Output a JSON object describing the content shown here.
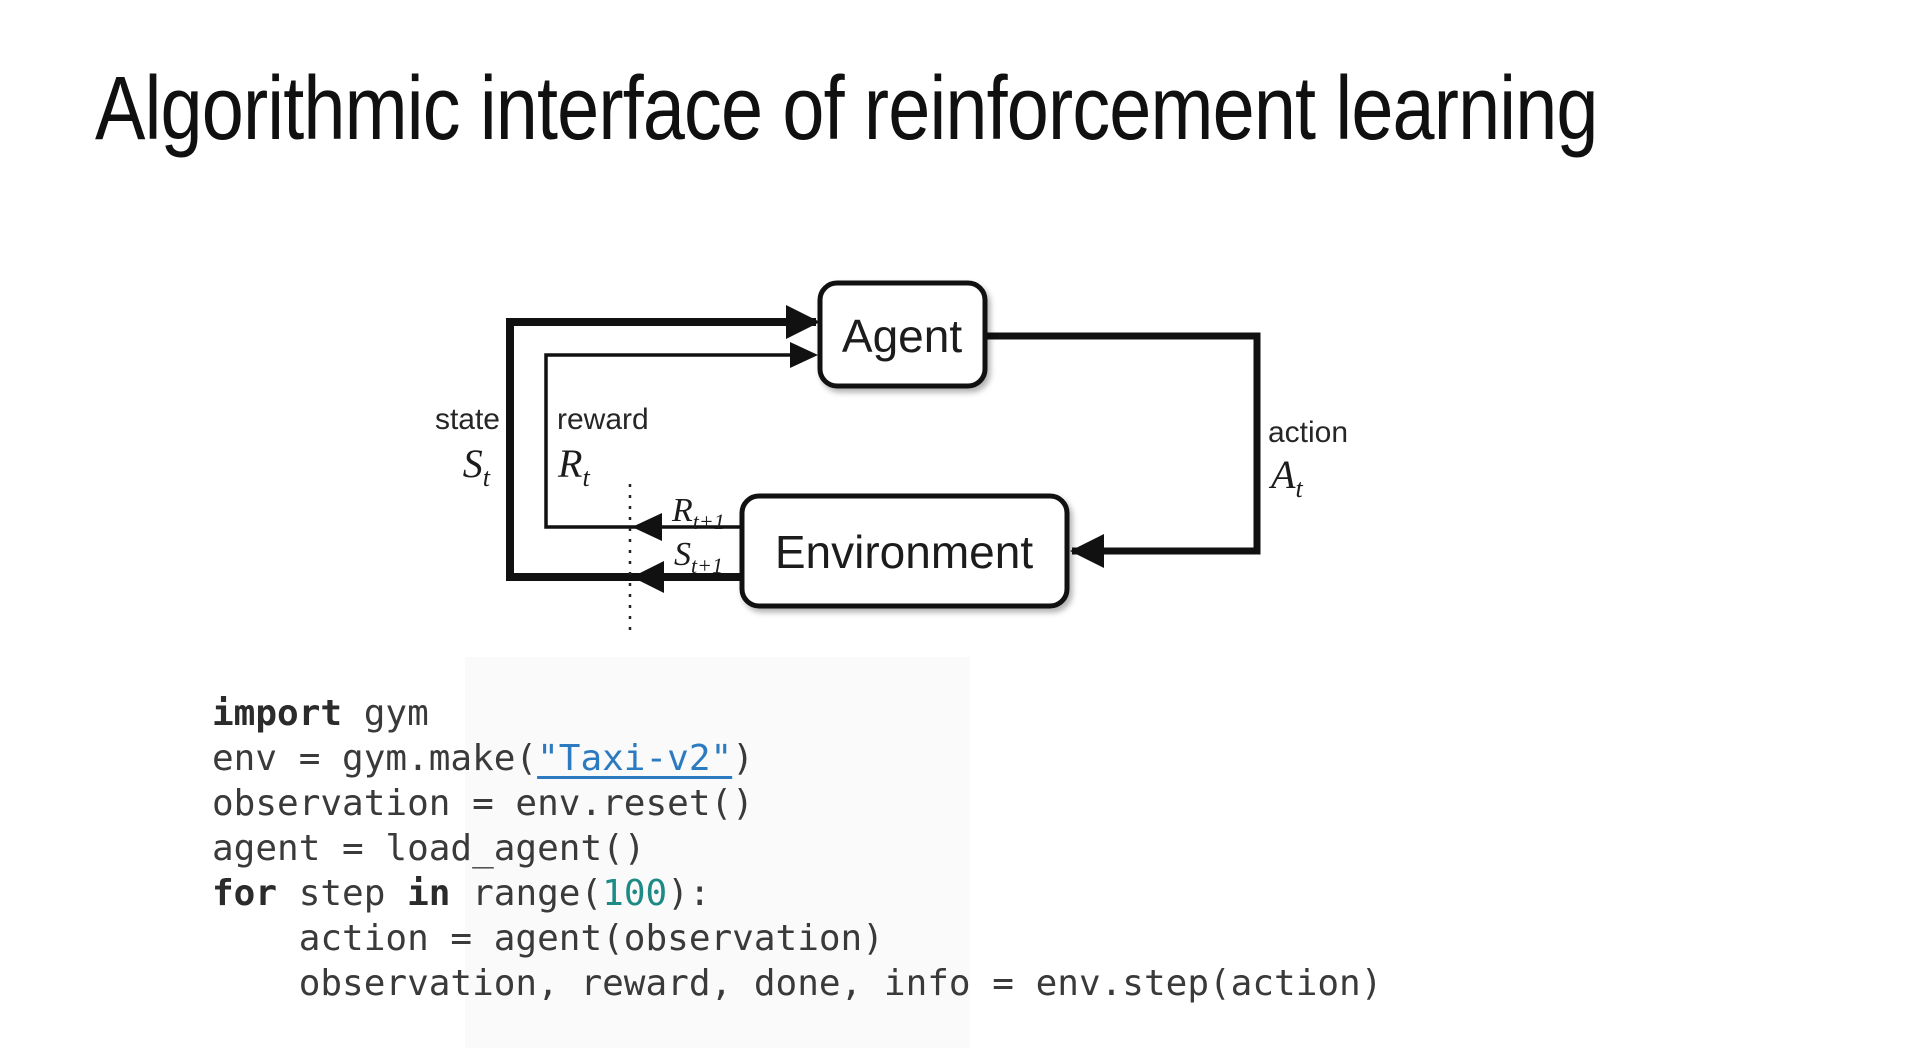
{
  "slide": {
    "title": "Algorithmic interface of reinforcement learning"
  },
  "diagram": {
    "agent_label": "Agent",
    "environment_label": "Environment",
    "state": {
      "word": "state",
      "symbol": "S",
      "sub": "t"
    },
    "reward": {
      "word": "reward",
      "symbol": "R",
      "sub": "t"
    },
    "action": {
      "word": "action",
      "symbol": "A",
      "sub": "t"
    },
    "next_reward": {
      "symbol": "R",
      "sub": "t+1"
    },
    "next_state": {
      "symbol": "S",
      "sub": "t+1"
    },
    "colors": {
      "stroke": "#111111",
      "box_fill": "#ffffff"
    }
  },
  "code": {
    "colors": {
      "plain": "#3a3a3a",
      "keyword": "#2b2b2b",
      "link": "#2c7bc0",
      "number": "#1d8a85"
    },
    "lines": [
      {
        "tokens": [
          {
            "t": "import",
            "c": "kw"
          },
          {
            "t": " gym",
            "c": "pl"
          }
        ]
      },
      {
        "tokens": [
          {
            "t": "env = gym.make(",
            "c": "pl"
          },
          {
            "t": "\"Taxi-v2\"",
            "c": "lnk"
          },
          {
            "t": ")",
            "c": "pl"
          }
        ]
      },
      {
        "tokens": [
          {
            "t": "observation = env.reset()",
            "c": "pl"
          }
        ]
      },
      {
        "tokens": [
          {
            "t": "agent = load_agent()",
            "c": "pl"
          }
        ]
      },
      {
        "tokens": [
          {
            "t": "for",
            "c": "kw"
          },
          {
            "t": " step ",
            "c": "pl"
          },
          {
            "t": "in",
            "c": "kw"
          },
          {
            "t": " range(",
            "c": "pl"
          },
          {
            "t": "100",
            "c": "num"
          },
          {
            "t": "):",
            "c": "pl"
          }
        ]
      },
      {
        "tokens": [
          {
            "t": "    action = agent(observation)",
            "c": "pl"
          }
        ]
      },
      {
        "tokens": [
          {
            "t": "    observation, reward, done, info = env.step(action)",
            "c": "pl"
          }
        ]
      }
    ]
  }
}
